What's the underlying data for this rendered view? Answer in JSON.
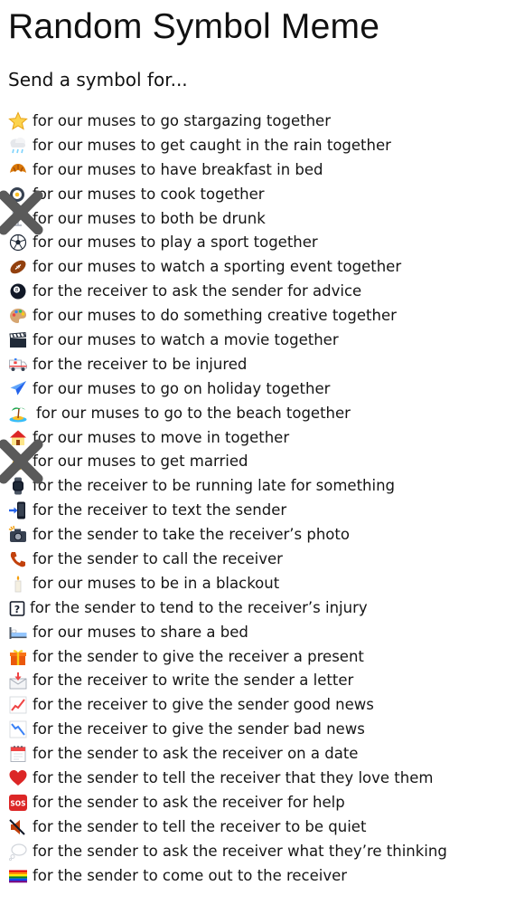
{
  "title": "Random Symbol Meme",
  "subtitle": "Send a symbol for...",
  "items": [
    {
      "icon": "star-icon",
      "text": "for our muses to go stargazing together"
    },
    {
      "icon": "rain-cloud-icon",
      "text": "for our muses to get caught in the rain together"
    },
    {
      "icon": "croissant-icon",
      "text": "for our muses to have breakfast in bed"
    },
    {
      "icon": "cooking-pan-icon",
      "text": "for our muses to cook together"
    },
    {
      "icon": "drink-icon",
      "text": "for our muses to both be drunk"
    },
    {
      "icon": "soccer-ball-icon",
      "text": "for our muses to play a sport together"
    },
    {
      "icon": "football-icon",
      "text": "for our muses to watch a sporting event together"
    },
    {
      "icon": "eight-ball-icon",
      "text": "for the receiver to ask the sender for advice"
    },
    {
      "icon": "palette-icon",
      "text": "for our muses to do something creative together"
    },
    {
      "icon": "clapperboard-icon",
      "text": "for our muses to watch a movie together"
    },
    {
      "icon": "ambulance-icon",
      "text": "for the receiver to be injured"
    },
    {
      "icon": "airplane-icon",
      "text": "for our muses to go on holiday together"
    },
    {
      "icon": "beach-island-icon",
      "text": "for our muses to go to the beach together"
    },
    {
      "icon": "house-icon",
      "text": "for our muses to move in together"
    },
    {
      "icon": "ring-icon",
      "text": "for our muses to get married"
    },
    {
      "icon": "watch-icon",
      "text": "for the receiver to be running late for something"
    },
    {
      "icon": "phone-arrow-icon",
      "text": "for the receiver to text the sender"
    },
    {
      "icon": "camera-flash-icon",
      "text": "for the sender to take the receiver’s photo"
    },
    {
      "icon": "telephone-icon",
      "text": "for the sender to call the receiver"
    },
    {
      "icon": "candle-icon",
      "text": "for our muses to be in a blackout"
    },
    {
      "icon": "question-box-icon",
      "text": "for the sender to tend to the receiver’s injury"
    },
    {
      "icon": "bed-icon",
      "text": "for our muses to share a bed"
    },
    {
      "icon": "gift-icon",
      "text": "for the sender to give the receiver a present"
    },
    {
      "icon": "envelope-arrow-icon",
      "text": "for the receiver to write the sender a letter"
    },
    {
      "icon": "chart-up-icon",
      "text": "for the receiver to give the sender good news"
    },
    {
      "icon": "chart-down-icon",
      "text": "for the receiver to give the sender bad news"
    },
    {
      "icon": "calendar-icon",
      "text": "for the sender to ask the receiver on a date"
    },
    {
      "icon": "heart-icon",
      "text": "for the sender to tell the receiver that they love them"
    },
    {
      "icon": "sos-icon",
      "text": "for the sender to ask the receiver for help",
      "icon_label": "SOS"
    },
    {
      "icon": "mute-speaker-icon",
      "text": "for the sender to tell the receiver to be quiet"
    },
    {
      "icon": "thought-bubble-icon",
      "text": "for the sender to ask the receiver what they’re thinking"
    },
    {
      "icon": "rainbow-flag-icon",
      "text": "for the sender to come out to the receiver"
    }
  ],
  "marks": [
    {
      "icon": "cross-mark-icon",
      "color": "#5a5a5a",
      "over_items": [
        3,
        4
      ]
    },
    {
      "icon": "cross-mark-icon",
      "color": "#5a5a5a",
      "over_items": [
        13,
        14
      ]
    }
  ]
}
